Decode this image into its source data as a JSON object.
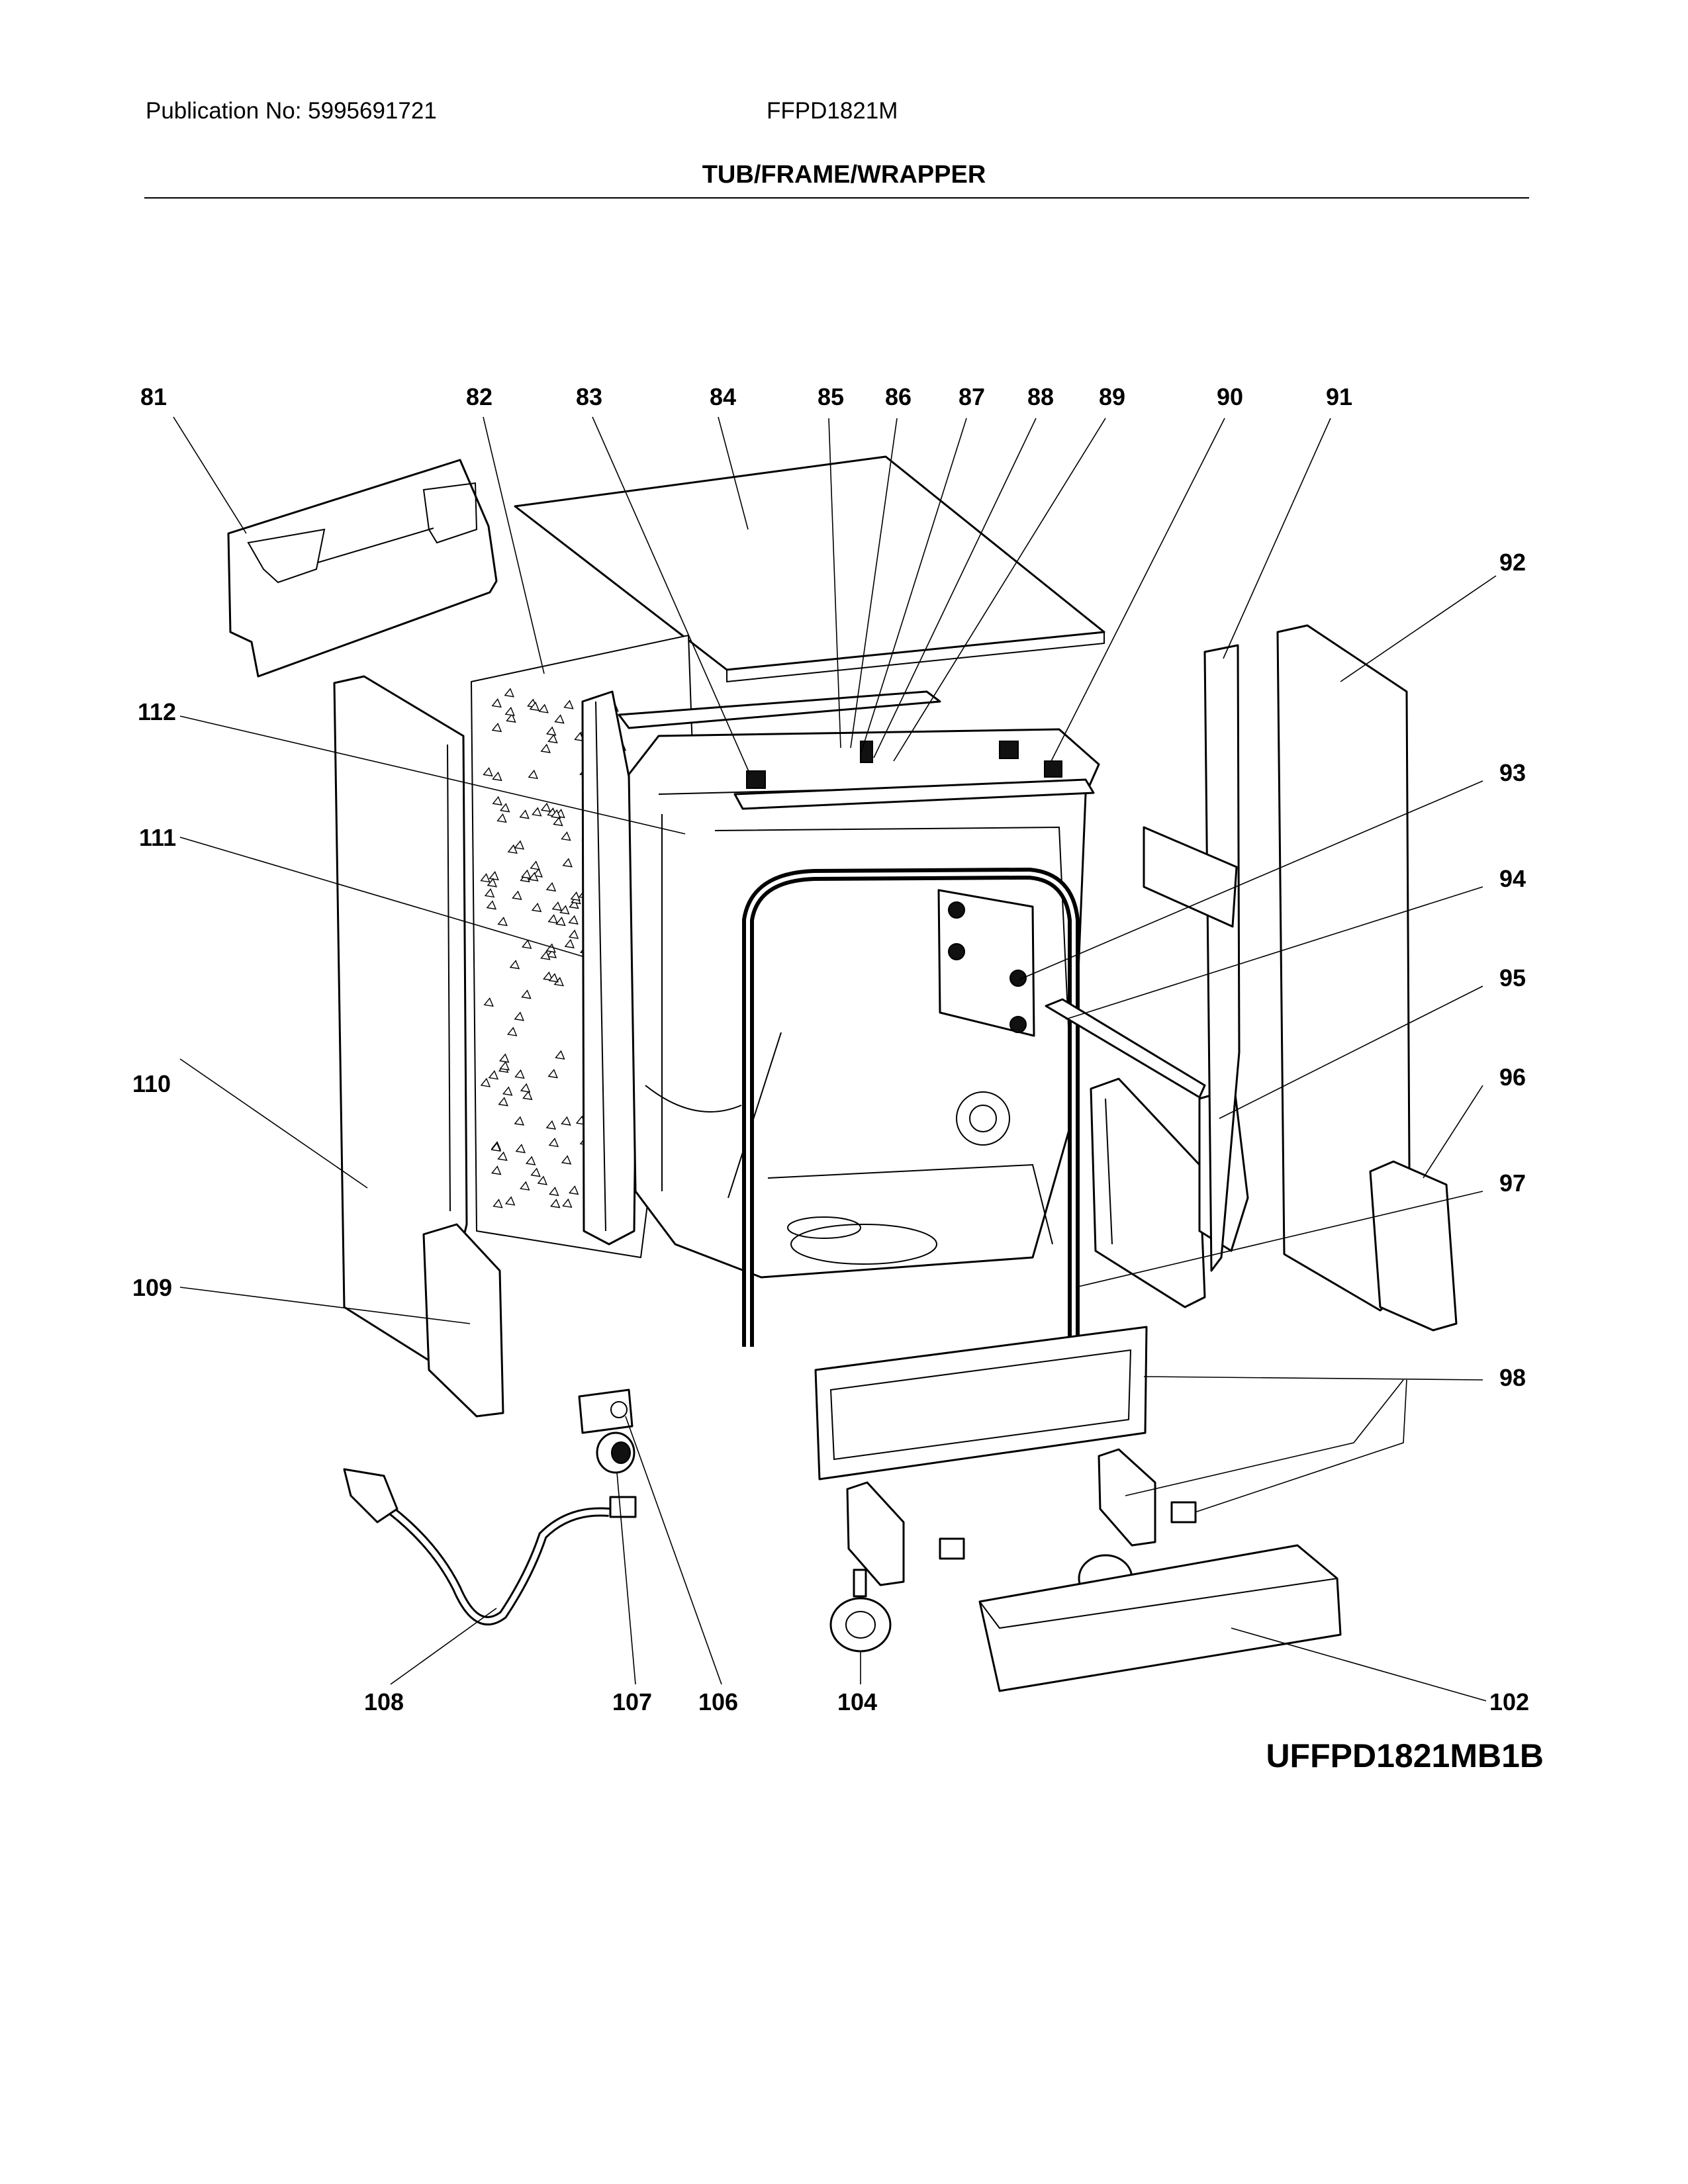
{
  "header": {
    "publication": "Publication No: 5995691721",
    "model": "FFPD1821M",
    "title": "TUB/FRAME/WRAPPER"
  },
  "figure_code": "UFFPD1821MB1B",
  "part_labels": [
    "81",
    "82",
    "83",
    "84",
    "85",
    "86",
    "87",
    "88",
    "89",
    "90",
    "91",
    "92",
    "93",
    "94",
    "95",
    "96",
    "97",
    "98",
    "102",
    "104",
    "106",
    "107",
    "108",
    "109",
    "110",
    "111",
    "112"
  ]
}
